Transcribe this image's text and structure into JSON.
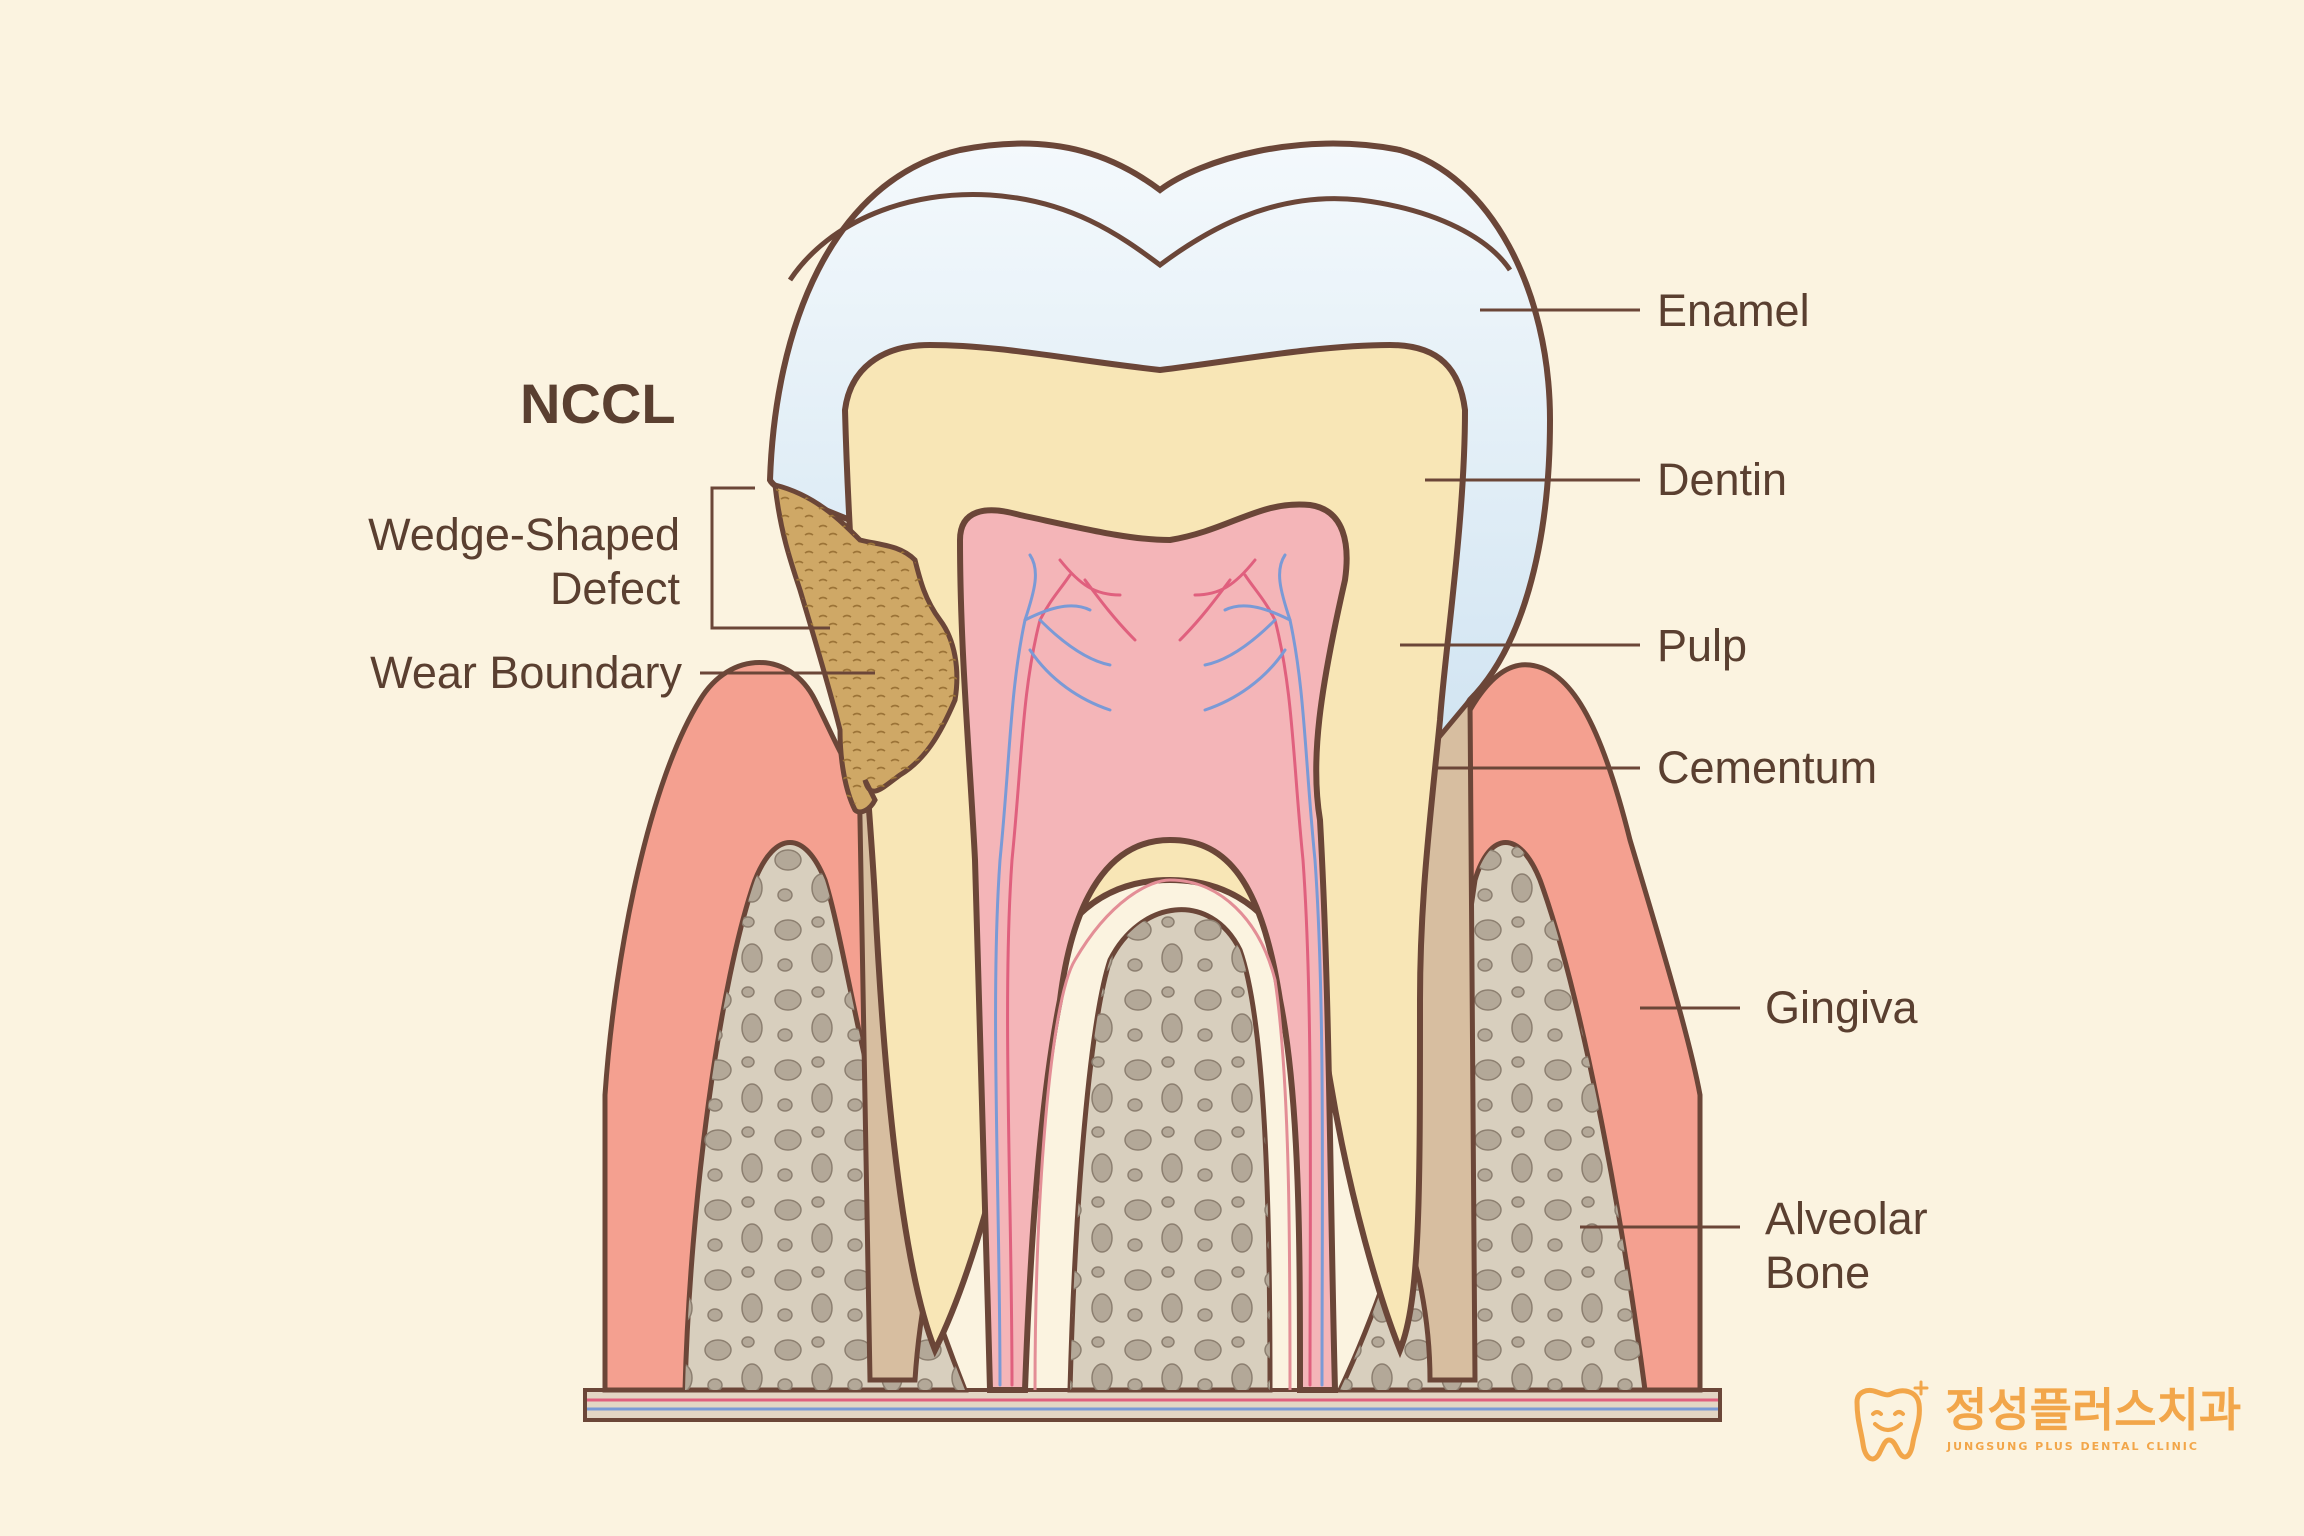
{
  "diagram": {
    "heading": "NCCL",
    "labels": {
      "enamel": "Enamel",
      "dentin": "Dentin",
      "pulp": "Pulp",
      "cementum": "Cementum",
      "gingiva": "Gingiva",
      "alveolar_bone": "Alveolar\nBone",
      "wedge_defect": "Wedge-Shaped\nDefect",
      "wear_boundary": "Wear Boundary"
    }
  },
  "logo": {
    "name_ko": "정성플러스치과",
    "name_en": "JUNGSUNG PLUS DENTAL CLINIC",
    "icon": "smiling-tooth-icon"
  },
  "colors": {
    "background": "#fbf3e0",
    "outline": "#6b4638",
    "enamel": "#dcecf6",
    "dentin": "#f8e6b6",
    "pulp": "#f4b5b8",
    "gingiva": "#f4a090",
    "bone": "#d8cfbe",
    "cementum": "#d7bea0",
    "defect": "#cfa866",
    "nerve_blue": "#7a9ad6",
    "nerve_red": "#e0607e",
    "label_text": "#5a3f30",
    "logo": "#f2a64a"
  }
}
